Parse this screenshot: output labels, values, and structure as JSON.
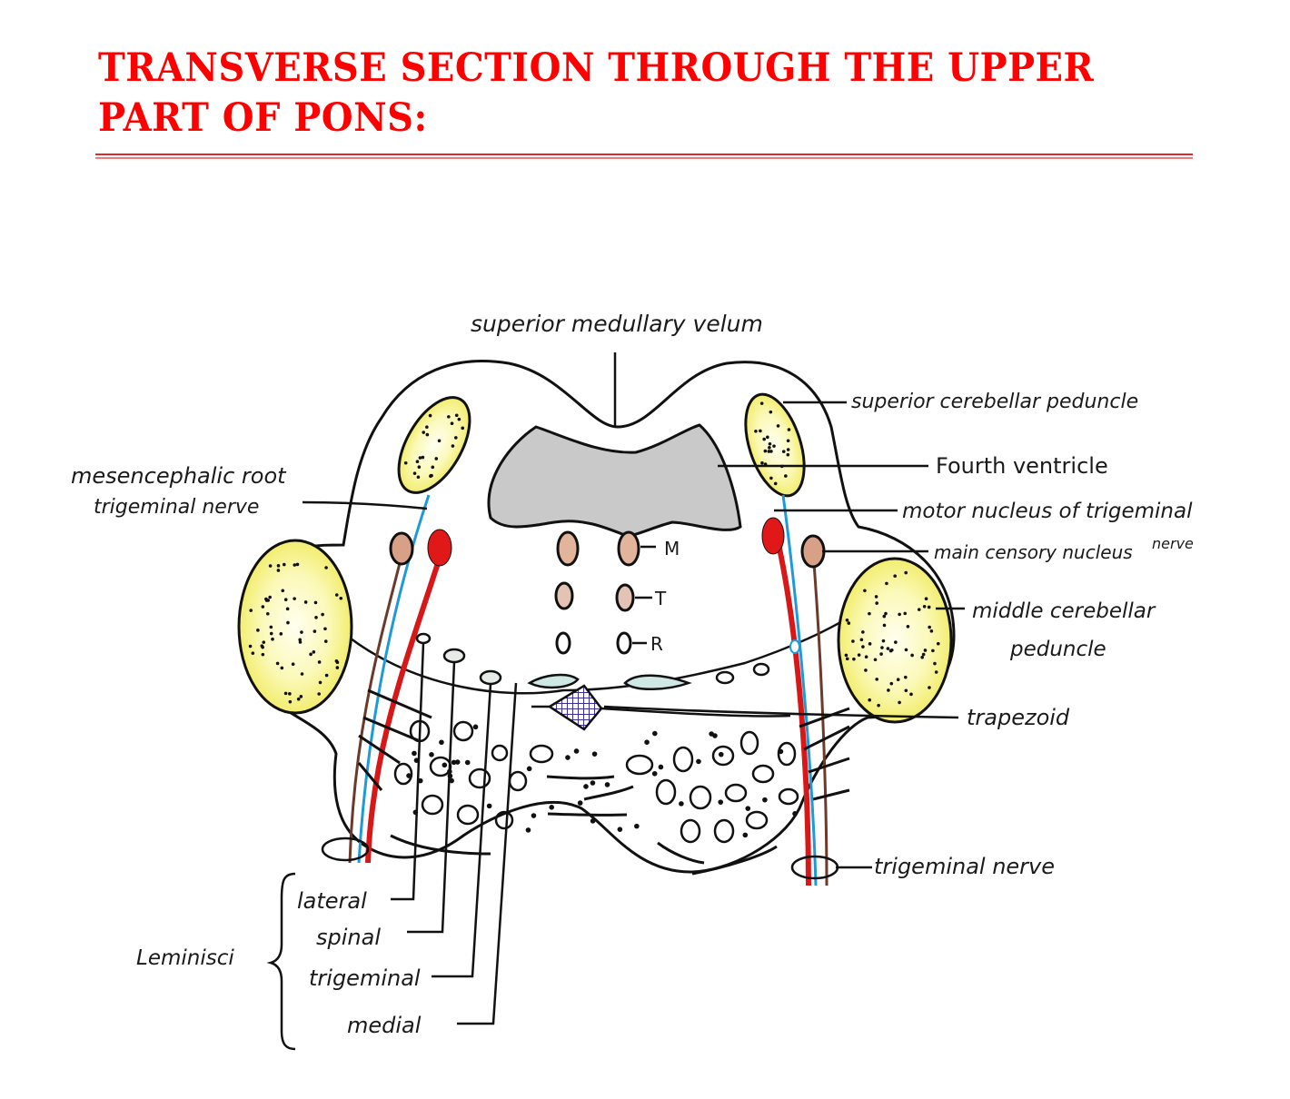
{
  "page": {
    "title_line1": "TRANSVERSE SECTION THROUGH THE UPPER",
    "title_line2": "PART OF PONS:"
  },
  "colors": {
    "title": "#ff0000",
    "peduncle_fill": "#f4f07a",
    "ventricle_fill": "#c8c8c8",
    "motor_nucleus": "#e01818",
    "sensory_nucleus": "#d9a088",
    "mesencephalic_root": "#1e9bd7",
    "trapezoid_fill": "#4a3fa8",
    "lemniscus_fill": "#cfe8e4"
  },
  "labels": {
    "superior_medullary_velum": "superior medullary velum",
    "superior_cerebellar_peduncle": "superior cerebellar peduncle",
    "fourth_ventricle": "Fourth ventricle",
    "motor_nucleus": "motor nucleus of trigeminal",
    "main_sensory_nucleus": "main censory nucleus",
    "nerve_superscript": "nerve",
    "middle_cerebellar_peduncle_1": "middle cerebellar",
    "middle_cerebellar_peduncle_2": "peduncle",
    "trapezoid": "trapezoid",
    "trigeminal_nerve": "trigeminal nerve",
    "mesencephalic_root_1": "mesencephalic root",
    "mesencephalic_root_2": "trigeminal nerve",
    "nuclei_m": "M",
    "nuclei_t": "T",
    "nuclei_r": "R",
    "lemnisci_group": "Leminisci",
    "lemnisci": [
      "lateral",
      "spinal",
      "trigeminal",
      "medial"
    ]
  }
}
